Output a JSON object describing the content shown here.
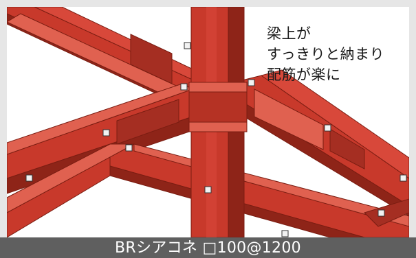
{
  "overlay": {
    "line1": "梁上が",
    "line2": "すっきりと納まり",
    "line3": "配筋が楽に"
  },
  "caption": "BRシアコネ □100@1200",
  "colors": {
    "steel_face": "#c8392b",
    "steel_top": "#d8483a",
    "steel_dark": "#8e2418",
    "steel_light": "#e06150",
    "caption_bg": "#5f5f5f",
    "outer_bg": "#e6e6e6"
  },
  "icons": [
    "shear-connector-icon"
  ]
}
